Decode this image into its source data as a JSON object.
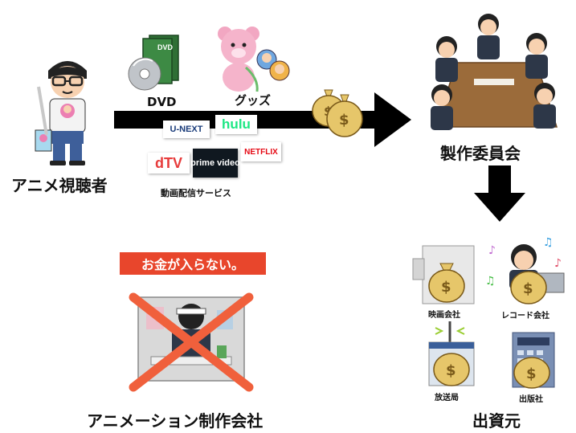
{
  "viewer": {
    "label": "アニメ視聴者"
  },
  "products": {
    "dvd_label": "DVD",
    "goods_label": "グッズ",
    "streaming_label": "動画配信サービス"
  },
  "streaming_services": {
    "unext": "U-NEXT",
    "hulu": "hulu",
    "dtv": "dTV",
    "prime": "prime video",
    "netflix": "NETFLIX"
  },
  "committee": {
    "label": "製作委員会"
  },
  "investors": {
    "title": "出資元",
    "items": [
      "映画会社",
      "レコード会社",
      "放送局",
      "出版社"
    ]
  },
  "studio": {
    "label": "アニメーション制作会社",
    "banner": "お金が入らない。"
  },
  "colors": {
    "banner": "#e8462c",
    "cross": "#f0603c",
    "bag": "#e6c66a",
    "arrow": "#000000"
  },
  "icons": [
    "money-bag-icon",
    "dvd-icon",
    "teddy-bear-icon",
    "music-note-icon",
    "broadcast-tower-icon"
  ]
}
